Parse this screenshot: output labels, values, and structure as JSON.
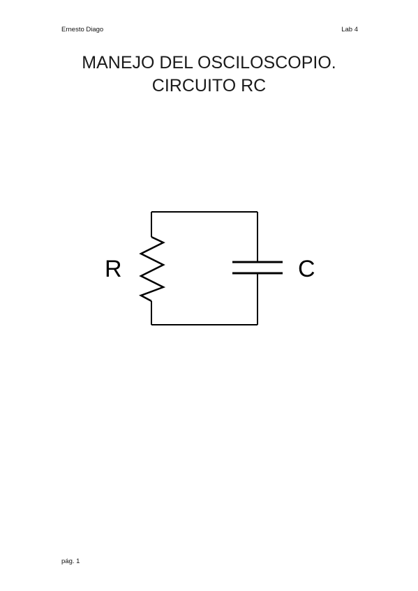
{
  "header": {
    "author": "Ernesto Diago",
    "lab": "Lab 4"
  },
  "title": "MANEJO DEL OSCILOSCOPIO. CIRCUITO RC",
  "diagram": {
    "resistor_label": "R",
    "capacitor_label": "C"
  },
  "footer": {
    "page": "pág. 1"
  }
}
